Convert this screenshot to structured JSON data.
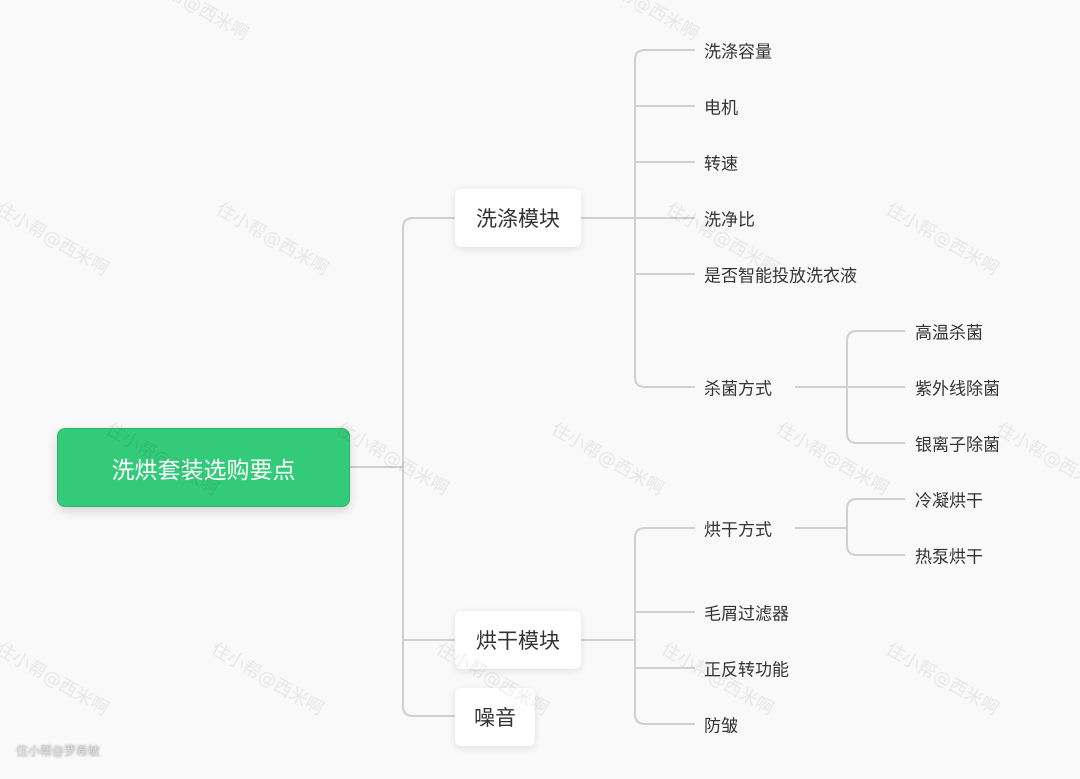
{
  "root": "洗烘套装选购要点",
  "branches": {
    "wash": {
      "label": "洗涤模块",
      "items": [
        "洗涤容量",
        "电机",
        "转速",
        "洗净比",
        "是否智能投放洗衣液",
        "杀菌方式"
      ],
      "sterilize": [
        "高温杀菌",
        "紫外线除菌",
        "银离子除菌"
      ]
    },
    "dry": {
      "label": "烘干模块",
      "items": [
        "烘干方式",
        "毛屑过滤器",
        "正反转功能",
        "防皱"
      ],
      "drying": [
        "冷凝烘干",
        "热泵烘干"
      ]
    },
    "noise": {
      "label": "噪音"
    }
  },
  "watermark": "住小帮@西米啊",
  "signature": "住小帮@罗希敏",
  "colors": {
    "root": "#33cb79",
    "line": "#d0d0d0"
  }
}
